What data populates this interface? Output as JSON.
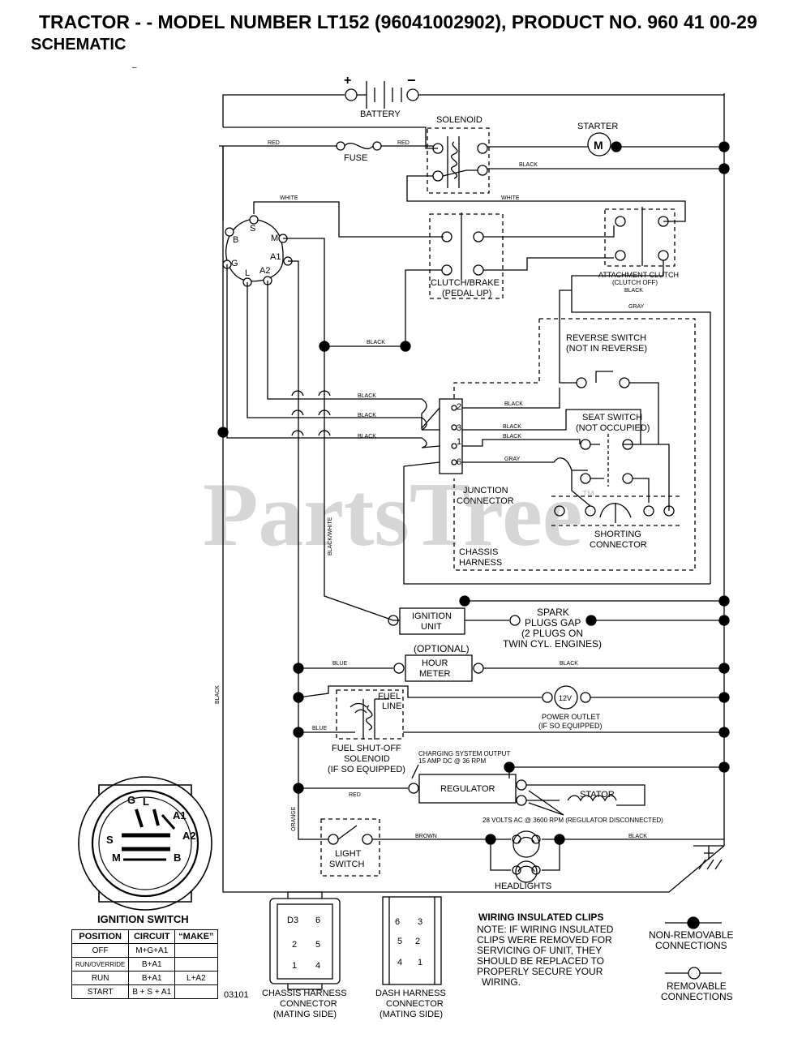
{
  "header": {
    "title": "TRACTOR - - MODEL NUMBER LT152 (96041002902), PRODUCT NO. 960 41 00-29",
    "subtitle": "SCHEMATIC",
    "dash": "–"
  },
  "watermark": "PartsTree",
  "watermark_tm": "TM",
  "components": {
    "battery": "BATTERY",
    "solenoid": "SOLENOID",
    "starter": "STARTER",
    "starter_m": "M",
    "fuse": "FUSE",
    "clutch_brake_1": "CLUTCH/BRAKE",
    "clutch_brake_2": "(PEDAL UP)",
    "attach_clutch_1": "ATTACHMENT CLUTCH",
    "attach_clutch_2": "(CLUTCH OFF)",
    "reverse_1": "REVERSE SWITCH",
    "reverse_2": "(NOT IN REVERSE)",
    "seat_1": "SEAT SWITCH",
    "seat_2": "(NOT OCCUPIED)",
    "junction_1": "JUNCTION",
    "junction_2": "CONNECTOR",
    "shorting_1": "SHORTING",
    "shorting_2": "CONNECTOR",
    "chassis_1": "CHASSIS",
    "chassis_2": "HARNESS",
    "ignition_unit_1": "IGNITION",
    "ignition_unit_2": "UNIT",
    "spark_1": "SPARK",
    "spark_2": "PLUGS GAP",
    "spark_3": "(2 PLUGS ON",
    "spark_4": "TWIN CYL. ENGINES)",
    "optional": "(OPTIONAL)",
    "hour_1": "HOUR",
    "hour_2": "METER",
    "fuel_line_1": "FUEL",
    "fuel_line_2": "LINE",
    "outlet_v": "12V",
    "outlet_1": "POWER OUTLET",
    "outlet_2": "(IF SO EQUIPPED)",
    "fuel_sol_1": "FUEL SHUT-OFF",
    "fuel_sol_2": "SOLENOID",
    "fuel_sol_3": "(IF SO EQUIPPED)",
    "charging_1": "CHARGING SYSTEM OUTPUT",
    "charging_2": "15 AMP DC @ 36 RPM",
    "regulator": "REGULATOR",
    "stator": "STATOR",
    "volts": "28 VOLTS AC @ 3600 RPM (REGULATOR DISCONNECTED)",
    "light_1": "LIGHT",
    "light_2": "SWITCH",
    "headlights": "HEADLIGHTS",
    "plus": "+",
    "minus": "−"
  },
  "terminals": {
    "s": "S",
    "m": "M",
    "b": "B",
    "a1": "A1",
    "g": "G",
    "l": "L",
    "a2": "A2",
    "j2": "2",
    "j3": "3",
    "j1": "1",
    "j6": "6"
  },
  "wires": {
    "red_1": "RED",
    "red_2": "RED",
    "black_sol": "BLACK",
    "white_1": "WHITE",
    "white_2": "WHITE",
    "black_ac": "BLACK",
    "gray_top": "GRAY",
    "black_mid": "BLACK",
    "black_b1": "BLACK",
    "black_b2": "BLACK",
    "black_b3": "BLACK",
    "black_j2": "BLACK",
    "black_j3": "BLACK",
    "black_j1": "BLACK",
    "gray_j6": "GRAY",
    "black_white": "BLACK/WHITE",
    "black_left": "BLACK",
    "blue_1": "BLUE",
    "black_hour": "BLACK",
    "blue_2": "BLUE",
    "red_reg": "RED",
    "orange": "ORANGE",
    "brown": "BROWN",
    "black_head": "BLACK"
  },
  "ignition_switch": {
    "title": "IGNITION SWITCH",
    "g": "G",
    "l": "L",
    "a1": "A1",
    "s": "S",
    "a2": "A2",
    "m": "M",
    "b": "B",
    "headers": [
      "POSITION",
      "CIRCUIT",
      "“MAKE”"
    ],
    "rows": [
      {
        "position": "OFF",
        "circuit": "M+G+A1",
        "make": ""
      },
      {
        "position": "RUN/OVERRIDE",
        "circuit": "B+A1",
        "make": ""
      },
      {
        "position": "RUN",
        "circuit": "B+A1",
        "make": "L+A2"
      },
      {
        "position": "START",
        "circuit": "B + S + A1",
        "make": ""
      }
    ]
  },
  "footer": {
    "code": "03101",
    "chassis_conn_1": "CHASSIS HARNESS",
    "chassis_conn_2": "CONNECTOR",
    "chassis_conn_3": "(MATING SIDE)",
    "dash_conn_1": "DASH HARNESS",
    "dash_conn_2": "CONNECTOR",
    "dash_conn_3": "(MATING SIDE)",
    "chassis_pins": [
      "D3",
      "6",
      "2",
      "5",
      "1",
      "4"
    ],
    "dash_pins": [
      "6",
      "3",
      "5",
      "2",
      "4",
      "1"
    ],
    "clips_title": "WIRING INSULATED CLIPS",
    "clips_note_1": "NOTE: IF WIRING INSULATED",
    "clips_note_2": "CLIPS WERE REMOVED FOR",
    "clips_note_3": "SERVICING OF UNIT, THEY",
    "clips_note_4": "SHOULD BE REPLACED TO",
    "clips_note_5": "PROPERLY SECURE YOUR",
    "clips_note_6": "WIRING.",
    "nonremovable_1": "NON-REMOVABLE",
    "nonremovable_2": "CONNECTIONS",
    "removable_1": "REMOVABLE",
    "removable_2": "CONNECTIONS"
  }
}
